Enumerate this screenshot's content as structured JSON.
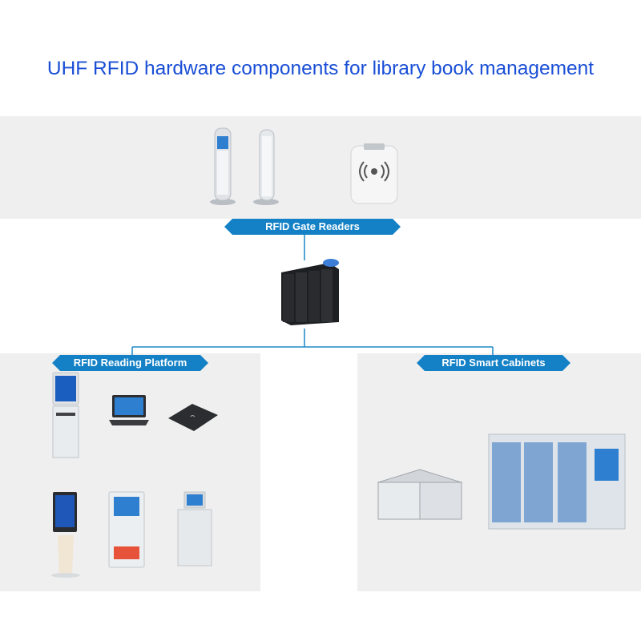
{
  "title": "UHF RFID hardware components for library book management",
  "groups": {
    "gate": {
      "label": "RFID Gate Readers"
    },
    "reading": {
      "label": "RFID Reading Platform"
    },
    "cabinets": {
      "label": "RFID Smart Cabinets"
    }
  },
  "colors": {
    "title": "#1a4fd6",
    "label_bg": "#1481c6",
    "panel_bg": "#efefef",
    "wire": "#1e88c7"
  },
  "icons": {
    "gate_reader": "security-gate-icon",
    "desktop_reader": "desktop-rfid-reader-icon",
    "server": "server-rack-icon",
    "kiosk": "self-service-kiosk-icon",
    "laptop": "laptop-icon",
    "pad": "reader-pad-icon",
    "book_cart": "book-cart-icon",
    "cabinet": "smart-cabinet-icon"
  }
}
